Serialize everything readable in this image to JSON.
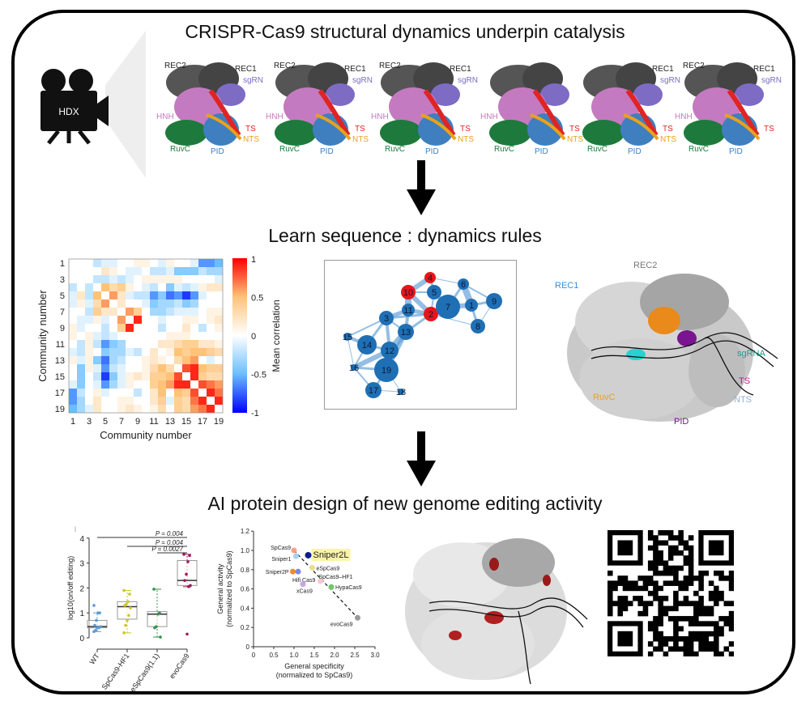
{
  "titles": {
    "top": "CRISPR-Cas9 structural dynamics underpin catalysis",
    "middle": "Learn sequence : dynamics rules",
    "bottom": "AI protein design of new genome editing activity"
  },
  "camera": {
    "label": "HDX",
    "icon": "movie-camera-icon"
  },
  "colors": {
    "rec": "#555555",
    "hnh": "#c47ac0",
    "sgrna": "#7d6bc4",
    "ts": "#e02424",
    "nts": "#e8a21c",
    "ruvc": "#1d7a3c",
    "pid": "#3f7fbf"
  },
  "structures": [
    {
      "labels": [
        "REC2",
        "REC1",
        "sgRNA",
        "HNH",
        "TS",
        "NTS",
        "RuvC",
        "PID"
      ]
    },
    {
      "labels": [
        "REC2",
        "HNH",
        "REC1",
        "sgRNA",
        "TS",
        "NTS",
        "RuvC",
        "PID"
      ]
    },
    {
      "labels": [
        "REC2",
        "HNH",
        "REC1",
        "sgRNA",
        "TS",
        "NTS",
        "RuvC",
        "PID"
      ]
    },
    {
      "labels": [
        "HNH",
        "TS",
        "NTS",
        "RuvC",
        "PID"
      ]
    },
    {
      "labels": [
        "REC1",
        "sgRNA",
        "TS",
        "NTS",
        "RuvC",
        "PID"
      ]
    },
    {
      "labels": [
        "REC2",
        "HNH",
        "REC1",
        "sgRNA",
        "TS",
        "RuvC",
        "PID"
      ]
    }
  ],
  "network": {
    "nodes": [
      {
        "id": "1",
        "highlighted": false
      },
      {
        "id": "2",
        "highlighted": true
      },
      {
        "id": "3",
        "highlighted": false
      },
      {
        "id": "4",
        "highlighted": true
      },
      {
        "id": "5",
        "highlighted": false
      },
      {
        "id": "6",
        "highlighted": false
      },
      {
        "id": "7",
        "highlighted": false
      },
      {
        "id": "8",
        "highlighted": false
      },
      {
        "id": "9",
        "highlighted": false
      },
      {
        "id": "10",
        "highlighted": true
      },
      {
        "id": "11",
        "highlighted": false
      },
      {
        "id": "12",
        "highlighted": false
      },
      {
        "id": "13",
        "highlighted": false
      },
      {
        "id": "14",
        "highlighted": false
      },
      {
        "id": "15",
        "highlighted": false
      },
      {
        "id": "16",
        "highlighted": false
      },
      {
        "id": "17",
        "highlighted": false
      },
      {
        "id": "18",
        "highlighted": false
      },
      {
        "id": "19",
        "highlighted": false
      }
    ],
    "node_color": "#1f6fb4",
    "highlight_color": "#e8141a"
  },
  "surface_labels": {
    "rec2": "REC2",
    "rec1": "REC1",
    "sgrna": "sgRNA",
    "ts": "TS",
    "nts": "NTS",
    "ruvc": "RuvC",
    "pid": "PID"
  },
  "chart_data": [
    {
      "type": "heatmap",
      "xlabel": "Community number",
      "ylabel": "Community number",
      "ticks": [
        "1",
        "3",
        "5",
        "7",
        "9",
        "11",
        "13",
        "15",
        "17",
        "19"
      ],
      "colorbar": {
        "label": "Mean correlation",
        "range": [
          -1,
          1
        ],
        "ticks": [
          "1",
          "0.5",
          "0",
          "-0.5",
          "-1"
        ]
      },
      "values": [
        [
          0,
          0,
          0,
          -0.2,
          -0.1,
          -0.1,
          0,
          0,
          0.1,
          0.1,
          0,
          -0.1,
          0.1,
          0,
          0,
          -0.1,
          -0.6,
          -0.6,
          -0.5
        ],
        [
          0,
          0,
          0,
          0,
          0.2,
          0.1,
          0,
          -0.1,
          -0.1,
          0,
          -0.2,
          -0.2,
          -0.1,
          -0.4,
          -0.4,
          -0.4,
          -0.2,
          -0.3,
          -0.3
        ],
        [
          0,
          0,
          0,
          -0.2,
          -0.2,
          -0.1,
          -0.2,
          -0.1,
          0,
          0.1,
          0.1,
          0.1,
          0.1,
          0.1,
          0,
          0,
          0,
          0,
          -0.1
        ],
        [
          -0.2,
          0,
          -0.2,
          0,
          0.5,
          0.3,
          0.4,
          0.1,
          0,
          -0.1,
          -0.2,
          0,
          -0.4,
          -0.1,
          -0.2,
          -0.1,
          0.1,
          0.2,
          0.2
        ],
        [
          -0.1,
          0.2,
          -0.2,
          0.5,
          0,
          0.6,
          0.2,
          -0.1,
          -0.2,
          -0.2,
          -0.6,
          -0.4,
          -0.7,
          -0.6,
          -0.85,
          -0.6,
          -0.1,
          0,
          0
        ],
        [
          -0.1,
          0.1,
          -0.1,
          0.3,
          0.6,
          0,
          0.2,
          0,
          0,
          -0.1,
          -0.4,
          -0.3,
          -0.3,
          -0.2,
          -0.4,
          -0.3,
          0,
          0,
          0
        ],
        [
          0,
          0,
          -0.2,
          0.4,
          0.2,
          0.2,
          0,
          0.6,
          0.4,
          0,
          -0.3,
          -0.3,
          -0.2,
          -0.1,
          -0.1,
          -0.1,
          0,
          0.1,
          0.1
        ],
        [
          0,
          -0.1,
          -0.1,
          0.1,
          -0.1,
          0,
          0.6,
          0,
          0.9,
          0,
          0,
          -0.1,
          0,
          0,
          0.1,
          0.1,
          0,
          0.1,
          0.2
        ],
        [
          0.1,
          -0.1,
          0,
          0,
          -0.2,
          0,
          0.4,
          0.9,
          0,
          0,
          0,
          -0.2,
          0,
          0,
          0.2,
          0,
          -0.2,
          0,
          0.1
        ],
        [
          0.1,
          0,
          0.1,
          -0.1,
          -0.2,
          -0.1,
          0,
          0,
          0,
          0,
          0,
          0,
          0.1,
          0.1,
          0.1,
          0,
          0,
          0,
          0
        ],
        [
          0,
          -0.2,
          0.1,
          -0.2,
          -0.6,
          -0.4,
          -0.3,
          0,
          0,
          0,
          0,
          0.2,
          0.2,
          0.3,
          0.4,
          0.4,
          0.2,
          0.2,
          0.1
        ],
        [
          -0.1,
          -0.2,
          0.1,
          0,
          -0.4,
          -0.3,
          -0.3,
          -0.1,
          -0.2,
          0,
          0.2,
          0,
          0.1,
          0.5,
          0.4,
          0.5,
          0.5,
          0.4,
          0.3
        ],
        [
          0.1,
          -0.1,
          0.1,
          -0.4,
          -0.7,
          -0.3,
          -0.2,
          0,
          0,
          0.1,
          0.2,
          0.1,
          0,
          0.3,
          0.5,
          0.6,
          0,
          -0.1,
          0
        ],
        [
          0,
          -0.4,
          0.1,
          -0.1,
          -0.6,
          -0.2,
          -0.1,
          0,
          0,
          0.1,
          0.3,
          0.5,
          0.3,
          0,
          0.8,
          0.9,
          0.5,
          0.4,
          0.4
        ],
        [
          0,
          -0.4,
          0,
          -0.2,
          -0.85,
          -0.4,
          -0.1,
          0.1,
          0.2,
          0.1,
          0.4,
          0.4,
          0.5,
          0.8,
          0,
          0.9,
          0.4,
          0.3,
          0.3
        ],
        [
          -0.1,
          -0.4,
          0,
          -0.1,
          -0.6,
          -0.3,
          -0.1,
          0.1,
          0,
          0,
          0.4,
          0.5,
          0.6,
          0.9,
          0.9,
          0,
          0.8,
          0.7,
          0.6
        ],
        [
          -0.6,
          -0.2,
          0,
          0.1,
          -0.1,
          0,
          0,
          0,
          -0.2,
          0,
          0.2,
          0.5,
          0,
          0.5,
          0.4,
          0.8,
          0,
          0.9,
          0.7
        ],
        [
          -0.6,
          -0.3,
          0,
          0.2,
          0,
          0,
          0.1,
          0.1,
          0,
          0,
          0.2,
          0.4,
          -0.1,
          0.4,
          0.3,
          0.7,
          0.9,
          0,
          0.9
        ],
        [
          -0.5,
          -0.3,
          -0.1,
          0.2,
          0,
          0,
          0.1,
          0.2,
          0.1,
          0,
          0.1,
          0.3,
          0,
          0.4,
          0.3,
          0.6,
          0.7,
          0.9,
          0
        ]
      ]
    },
    {
      "type": "box",
      "panel_label": "l",
      "ylabel": "log10(on/off editing)",
      "ylim": [
        0,
        4
      ],
      "yticks": [
        "0",
        "1",
        "2",
        "3",
        "4"
      ],
      "categories": [
        {
          "name": "WT",
          "color": "#5b9bd5",
          "q1": 0.4,
          "median": 0.45,
          "q3": 0.7,
          "lo": 0.25,
          "hi": 1.0,
          "points": [
            1.3,
            1.0,
            1.0,
            0.7,
            0.5,
            0.45,
            0.4,
            0.4,
            0.3,
            0.25
          ]
        },
        {
          "name": "SpCas9-HF1",
          "color": "#cfc62a",
          "q1": 0.75,
          "median": 1.25,
          "q3": 1.45,
          "lo": 0.2,
          "hi": 1.9,
          "points": [
            1.9,
            1.75,
            1.45,
            1.35,
            1.3,
            1.2,
            0.9,
            0.7,
            0.5,
            0.2
          ]
        },
        {
          "name": "eSpCas9(1.1)",
          "color": "#3a8f4a",
          "q1": 0.45,
          "median": 0.95,
          "q3": 1.05,
          "lo": 0.03,
          "hi": 1.95,
          "points": [
            1.95,
            1.0,
            0.95,
            0.45,
            0.4,
            0.03
          ]
        },
        {
          "name": "evoCas9",
          "color": "#a0185a",
          "q1": 2.1,
          "median": 2.3,
          "q3": 3.1,
          "lo": 2.05,
          "hi": 3.35,
          "points": [
            3.35,
            3.3,
            3.05,
            2.55,
            2.3,
            2.1,
            2.05,
            0.15
          ]
        }
      ],
      "comparisons": [
        {
          "from": "WT",
          "to": "evoCas9",
          "label": "P = 0.004"
        },
        {
          "from": "SpCas9-HF1",
          "to": "evoCas9",
          "label": "P = 0.004"
        },
        {
          "from": "eSpCas9(1.1)",
          "to": "evoCas9",
          "label": "P = 0.0027"
        }
      ]
    },
    {
      "type": "scatter",
      "xlabel": [
        "General specificity",
        "(normalized to SpCas9)"
      ],
      "ylabel": [
        "General activity",
        "(normalized to SpCas9)"
      ],
      "xlim": [
        0,
        3.0
      ],
      "ylim": [
        0,
        1.2
      ],
      "xticks": [
        "0",
        "0.5",
        "1.0",
        "1.5",
        "2.0",
        "2.5",
        "3.0"
      ],
      "yticks": [
        "0",
        "0.2",
        "0.4",
        "0.6",
        "0.8",
        "1.0",
        "1.2"
      ],
      "points": [
        {
          "name": "SpCas9",
          "x": 1.0,
          "y": 1.0,
          "color": "#f4a28c"
        },
        {
          "name": "Sniper1",
          "x": 1.05,
          "y": 0.94,
          "color": "#a9cfee"
        },
        {
          "name": "Sniper2L",
          "x": 1.35,
          "y": 0.95,
          "color": "#0a1d8f",
          "highlight": "#fbf3a8"
        },
        {
          "name": "eSpCas9",
          "x": 1.45,
          "y": 0.82,
          "color": "#e9e08a"
        },
        {
          "name": "Sniper2P",
          "x": 0.97,
          "y": 0.78,
          "color": "#f58a2a"
        },
        {
          "name": "Hifi Cas9",
          "x": 1.1,
          "y": 0.78,
          "color": "#7d88e0"
        },
        {
          "name": "SpCas9–HF1",
          "x": 1.65,
          "y": 0.68,
          "color": "#f6c9d3"
        },
        {
          "name": "HypaCas9",
          "x": 1.92,
          "y": 0.62,
          "color": "#73c46d"
        },
        {
          "name": "xCas9",
          "x": 1.22,
          "y": 0.65,
          "color": "#c6a6e6"
        },
        {
          "name": "evoCas9",
          "x": 2.57,
          "y": 0.3,
          "color": "#9a9a9a"
        }
      ],
      "trendline": {
        "from": [
          1.0,
          1.0
        ],
        "to": [
          2.57,
          0.3
        ],
        "style": "dashed"
      }
    }
  ]
}
